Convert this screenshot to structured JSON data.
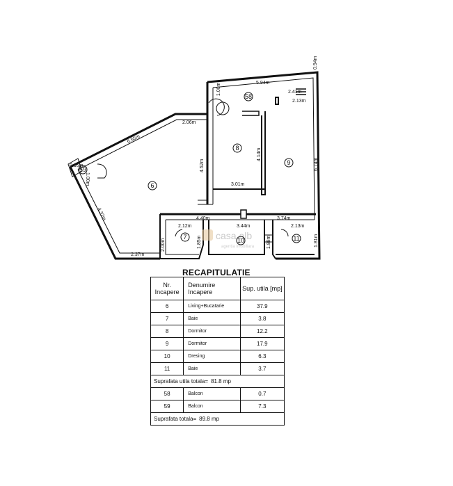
{
  "plan": {
    "dimensions": {
      "d_094": "0.94m",
      "d_594": "5.94m",
      "d_241": "2.41m",
      "d_213_top": "2.13m",
      "d_100_top": "1.00m",
      "d_206": "2.06m",
      "d_655": "6.55m",
      "d_452": "4.52m",
      "d_414": "4.14m",
      "d_674": "6.74m",
      "d_301": "3.01m",
      "d_440": "4.40m",
      "d_374": "3.74m",
      "d_212": "2.12m",
      "d_344": "3.44m",
      "d_213_bot": "2.13m",
      "d_200": "2.00m",
      "d_185": "1.85m",
      "d_188": "1.88m",
      "d_181": "1.81m",
      "d_237": "2.37m",
      "d_432": "4.32m",
      "d_100_left": "1.00m",
      "d_095": "0.95m"
    },
    "rooms": {
      "r58": "58",
      "r59": "59",
      "r6": "6",
      "r7": "7",
      "r8": "8",
      "r9": "9",
      "r10": "10",
      "r11": "11"
    },
    "watermark": {
      "brand": "casa alb",
      "tagline": "agentia imobiliara"
    }
  },
  "recap": {
    "title": "RECAPITULATIE",
    "headers": {
      "nr": "Nr. Incapere",
      "name": "Denumire Incapere",
      "area": "Sup. utila [mp]"
    },
    "rows": [
      {
        "nr": "6",
        "name": "Living+Bucatarie",
        "area": "37.9"
      },
      {
        "nr": "7",
        "name": "Baie",
        "area": "3.8"
      },
      {
        "nr": "8",
        "name": "Dormitor",
        "area": "12.2"
      },
      {
        "nr": "9",
        "name": "Dormitor",
        "area": "17.9"
      },
      {
        "nr": "10",
        "name": "Dresing",
        "area": "6.3"
      },
      {
        "nr": "11",
        "name": "Baie",
        "area": "3.7"
      }
    ],
    "useful_total_label": "Suprafata utila totala=",
    "useful_total_value": "81.8 mp",
    "balconies": [
      {
        "nr": "58",
        "name": "Balcon",
        "area": "0.7"
      },
      {
        "nr": "59",
        "name": "Balcon",
        "area": "7.3"
      }
    ],
    "grand_total_label": "Suprafata totala=",
    "grand_total_value": "89.8 mp"
  }
}
